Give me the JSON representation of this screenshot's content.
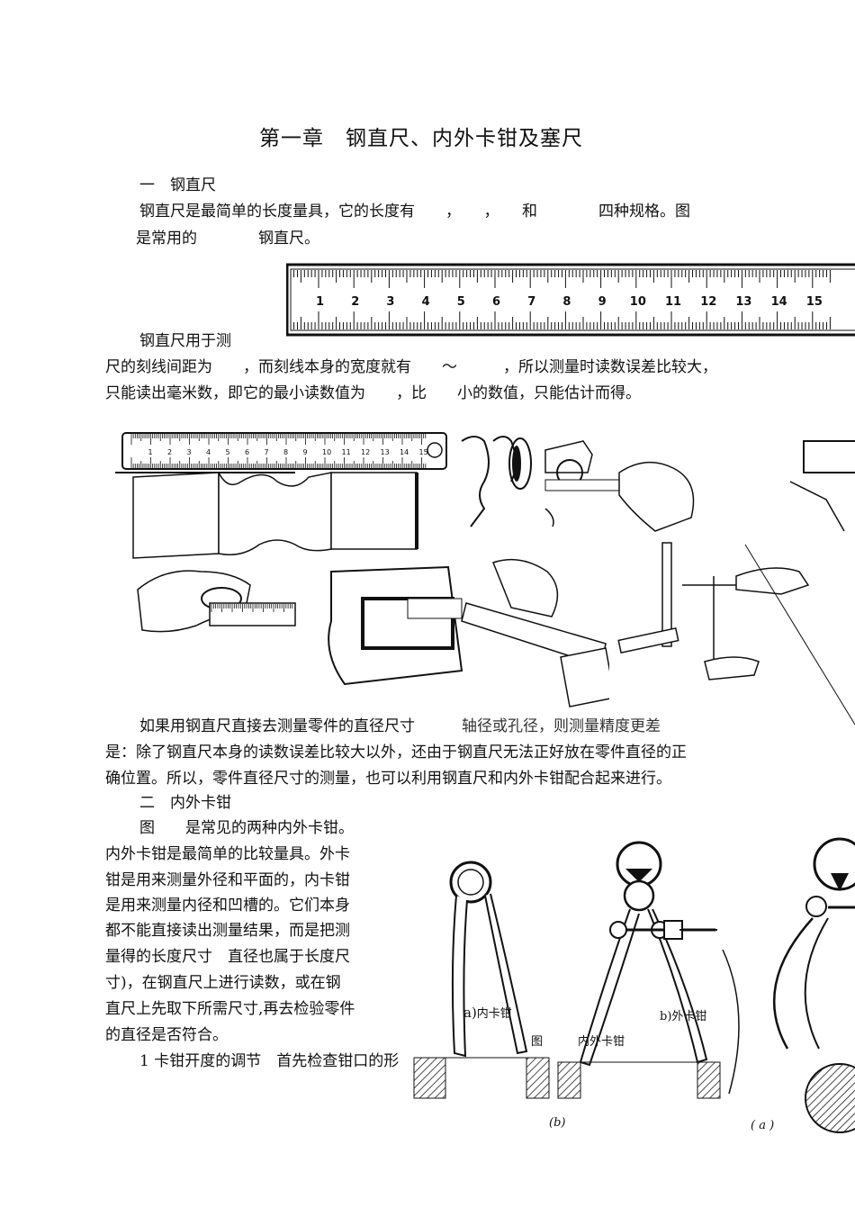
{
  "chapter_title": "第一章　钢直尺、内外卡钳及塞尺",
  "section1": {
    "heading": "一　钢直尺",
    "line1": "钢直尺是最简单的长度量具，它的长度有　　，　　，　　和　　　　四种规格。图",
    "line2": "是常用的　　　　钢直尺。",
    "line3": "钢直尺用于测",
    "line4": "尺的刻线间距为　　，而刻线本身的宽度就有　　～　　　，所以测量时读数误差比较大，",
    "line5": "只能读出毫米数，即它的最小读数值为　　，比　　小的数值，只能估计而得。"
  },
  "ruler_numbers": [
    "1",
    "2",
    "3",
    "4",
    "5",
    "6",
    "7",
    "8",
    "9",
    "10",
    "11",
    "12",
    "13",
    "14",
    "15"
  ],
  "section1_after": {
    "line1": "如果用钢直尺直接去测量零件的直径尺寸",
    "line1_overlap": "轴径或孔径，则测量精度更差",
    "line2": "是：除了钢直尺本身的读数误差比较大以外，还由于钢直尺无法正好放在零件直径的正",
    "line3": "确位置。所以，零件直径尺寸的测量，也可以利用钢直尺和内外卡钳配合起来进行。"
  },
  "section2": {
    "heading": "二　内外卡钳",
    "lines": [
      "图　　是常见的两种内外卡钳。",
      "内外卡钳是最简单的比较量具。外卡",
      "钳是用来测量外径和平面的，内卡钳",
      "是用来测量内径和凹槽的。它们本身",
      "都不能直接读出测量结果，而是把测",
      "量得的长度尺寸　直径也属于长度尺",
      "寸)，在钢直尺上进行读数，或在钢",
      "直尺上先取下所需尺寸,再去检验零件",
      "的直径是否符合。"
    ],
    "subheading": "1 卡钳开度的调节　首先检查钳口的形"
  },
  "caliper_figure": {
    "label_a": "a)",
    "label_a_text": "内卡钳",
    "label_b": "b)外卡钳",
    "fig_word": "图",
    "fig_caption": "内外卡钳",
    "sub_b": "(b)",
    "sub_a": "( a )"
  }
}
